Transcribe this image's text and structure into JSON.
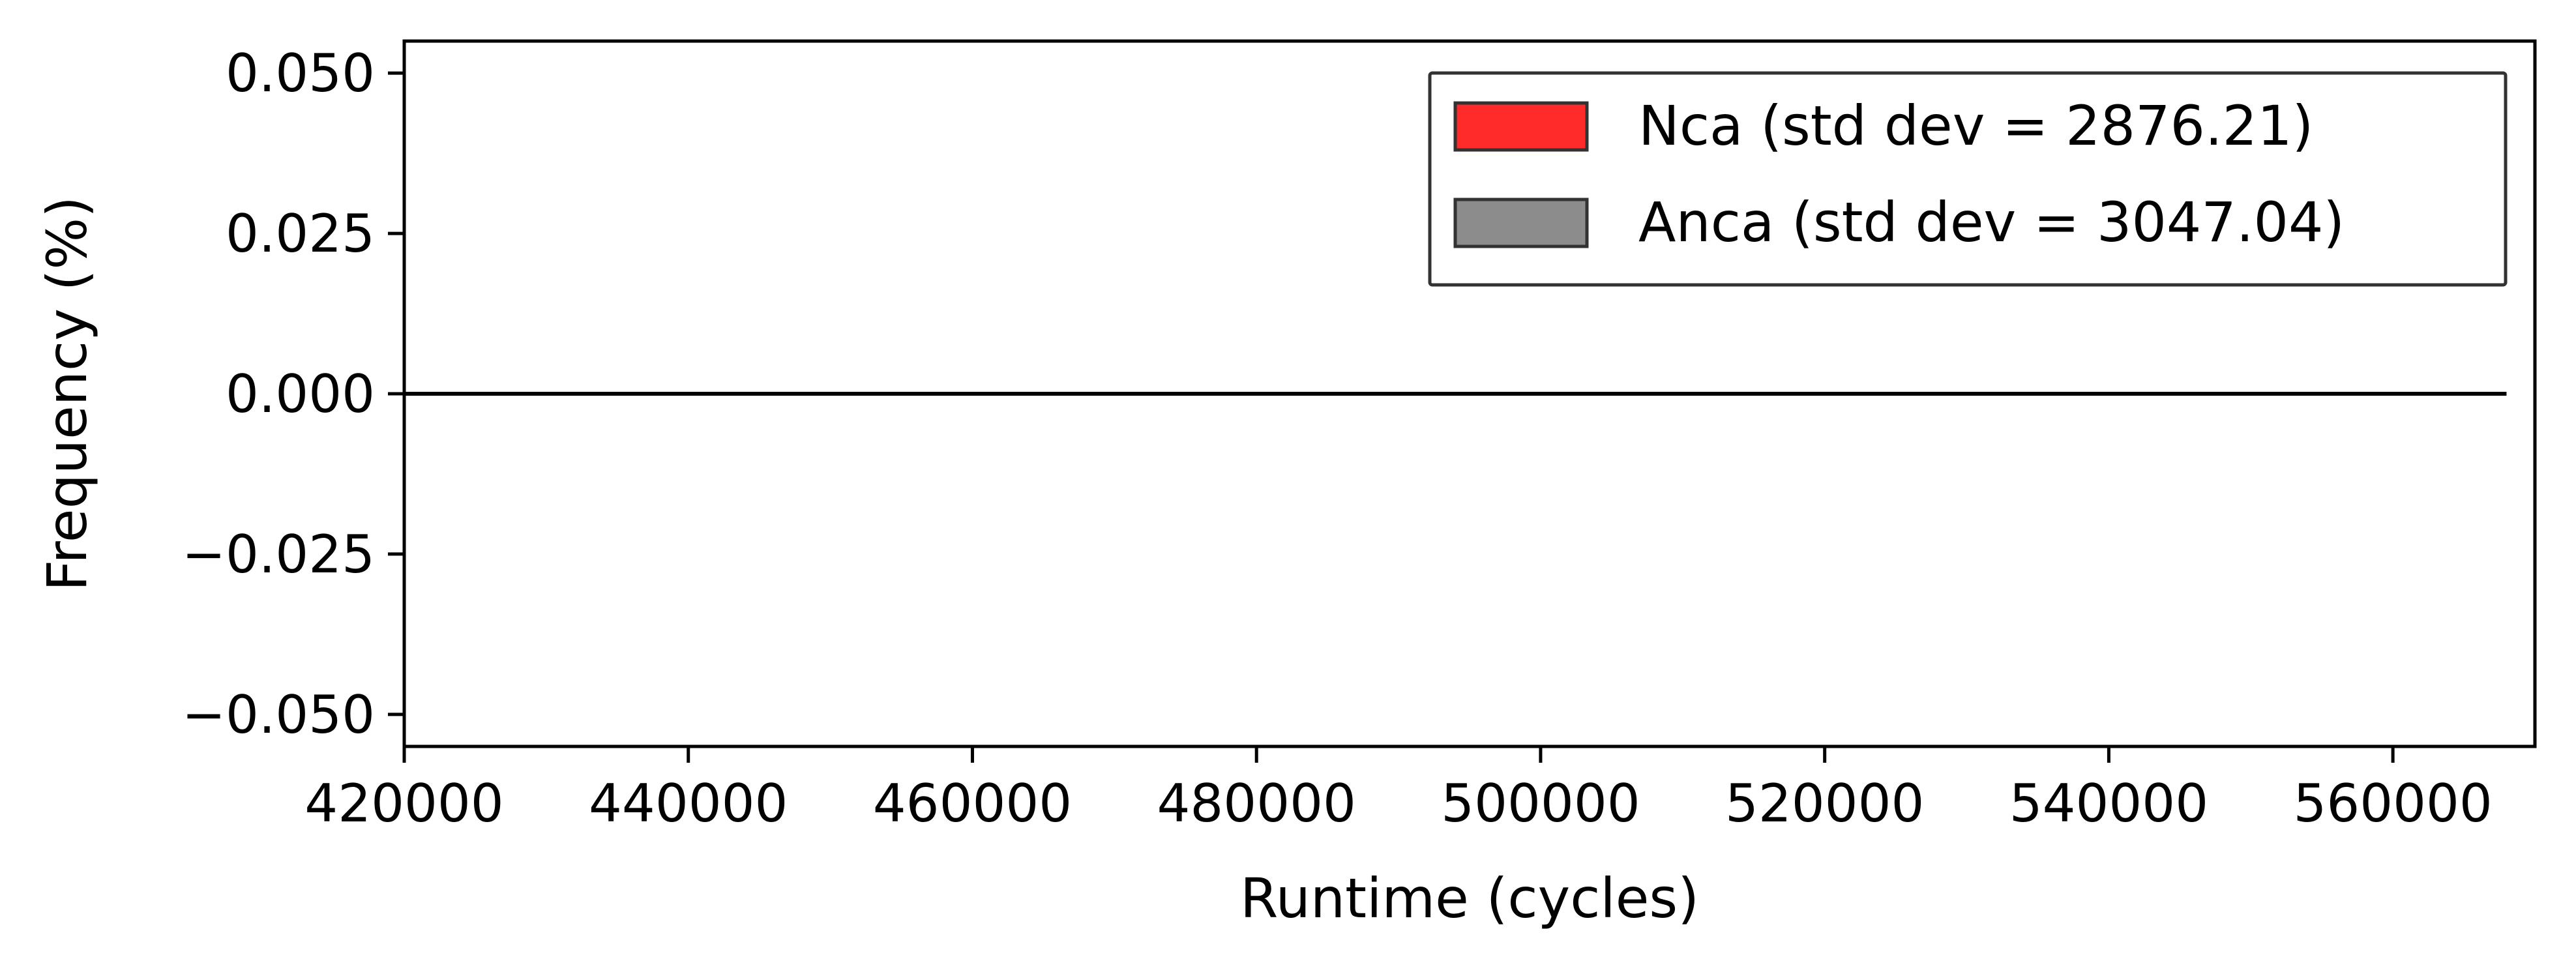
{
  "chart_data": {
    "type": "histogram",
    "xlabel": "Runtime (cycles)",
    "ylabel": "Frequency (%)",
    "xlim": [
      420000,
      570000
    ],
    "ylim": [
      -0.055,
      0.055
    ],
    "x_ticks": [
      420000,
      440000,
      460000,
      480000,
      500000,
      520000,
      540000,
      560000
    ],
    "x_tick_labels": [
      "420000",
      "440000",
      "460000",
      "480000",
      "500000",
      "520000",
      "540000",
      "560000"
    ],
    "y_ticks": [
      0.05,
      0.025,
      0.0,
      -0.025,
      -0.05
    ],
    "y_tick_labels": [
      "0.050",
      "0.025",
      "0.000",
      "−0.025",
      "−0.050"
    ],
    "baseline": {
      "y": 0.0,
      "x_start": 420000,
      "x_end": 568000
    },
    "legend_position": "top-right",
    "series": [
      {
        "name": "Nca (std dev = 2876.21)",
        "color": "#ff2a2a",
        "edge_color": "#333333",
        "values": []
      },
      {
        "name": "Anca (std dev = 3047.04)",
        "color": "#8c8c8c",
        "edge_color": "#333333",
        "values": []
      }
    ],
    "grid": false
  }
}
